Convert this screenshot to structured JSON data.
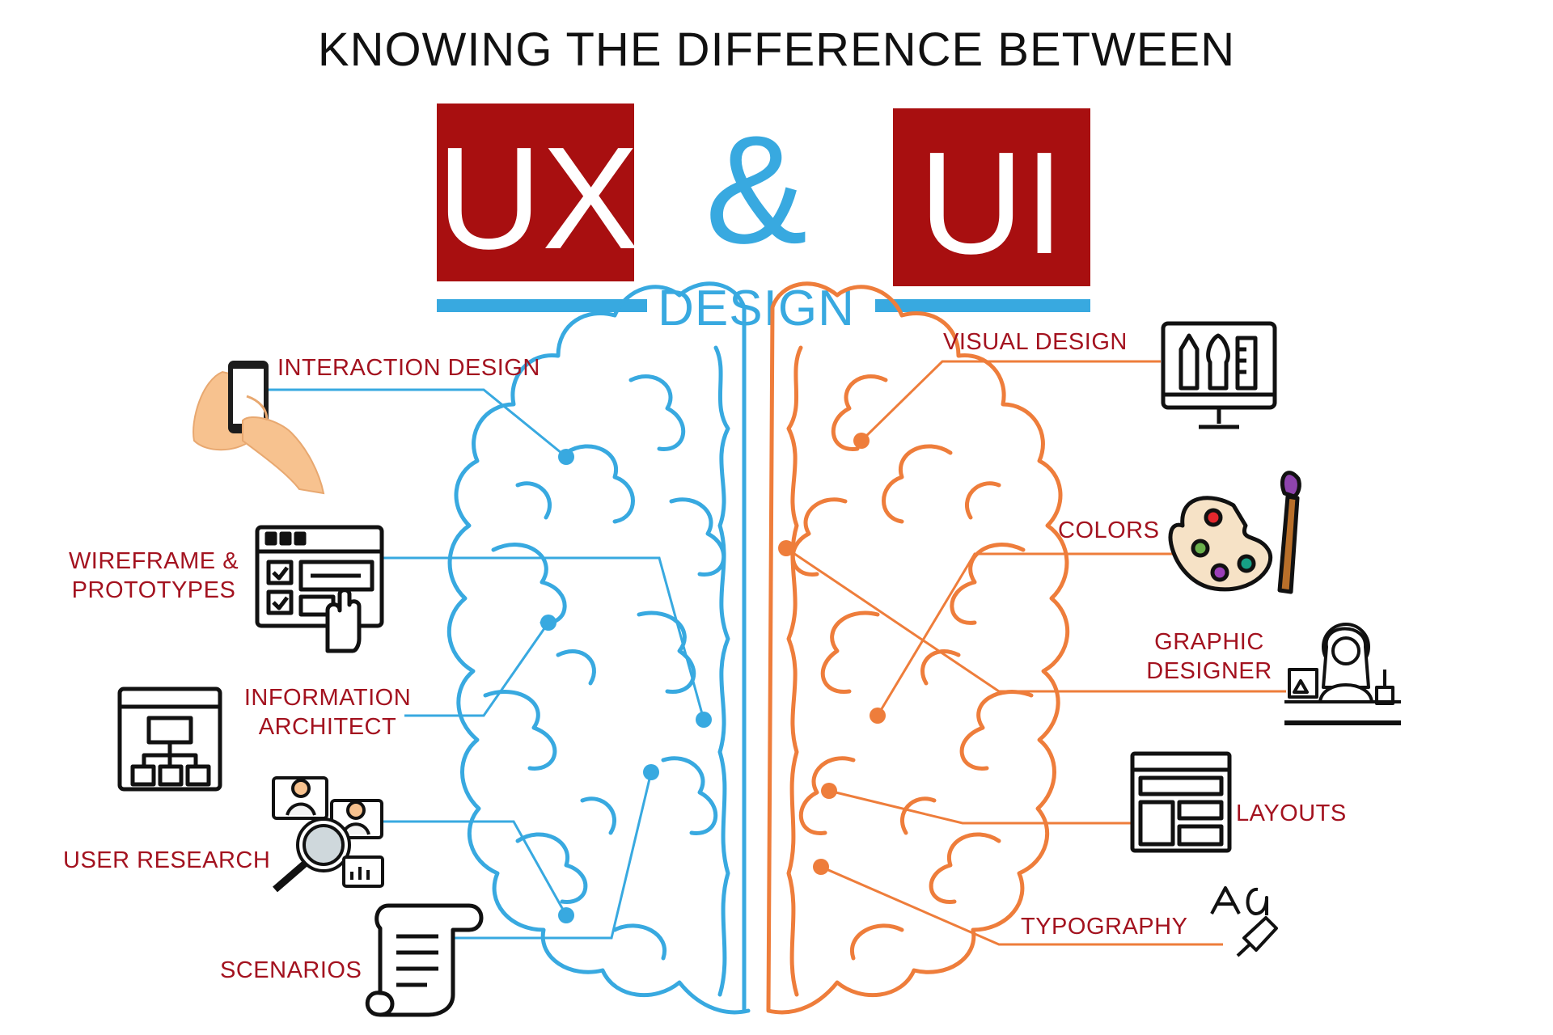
{
  "header": {
    "title": "KNOWING THE DIFFERENCE BETWEEN",
    "ux": "UX",
    "amp": "&",
    "ui": "UI",
    "design": "DESIGN"
  },
  "ux_items": [
    {
      "label": "INTERACTION DESIGN",
      "icon": "smartphone-hand-icon"
    },
    {
      "label_line1": "WIREFRAME &",
      "label_line2": "PROTOTYPES",
      "icon": "wireframe-icon"
    },
    {
      "label_line1": "INFORMATION",
      "label_line2": "ARCHITECT",
      "icon": "sitemap-icon"
    },
    {
      "label": "USER RESEARCH",
      "icon": "user-research-icon"
    },
    {
      "label": "SCENARIOS",
      "icon": "scroll-icon"
    }
  ],
  "ui_items": [
    {
      "label": "VISUAL DESIGN",
      "icon": "monitor-tools-icon"
    },
    {
      "label": "COLORS",
      "icon": "palette-icon"
    },
    {
      "label_line1": "GRAPHIC",
      "label_line2": "DESIGNER",
      "icon": "graphic-designer-icon"
    },
    {
      "label": "LAYOUTS",
      "icon": "layout-icon"
    },
    {
      "label": "TYPOGRAPHY",
      "icon": "typography-icon"
    }
  ],
  "colors": {
    "ux_blue": "#38a9e0",
    "ui_orange": "#ee7d3b",
    "box_red": "#a80f10",
    "label_red": "#a3121f"
  }
}
